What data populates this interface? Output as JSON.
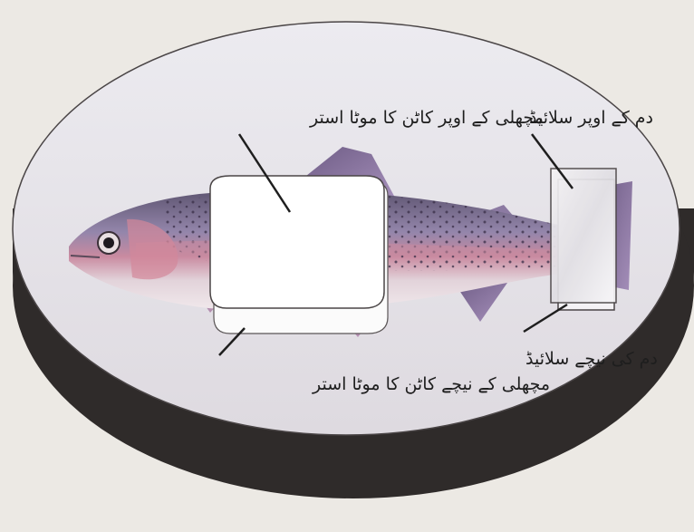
{
  "labels": {
    "upper_fish_layer": "مچھلی کے اوپر کاٹن کا موٹا استر",
    "lower_fish_layer": "مچھلی کے نیچے کاٹن کا موٹا استر",
    "upper_tail_slide": "دم کے اوپر سلائیڈ",
    "lower_tail_slide": "دم کی نیچے سلائیڈ"
  },
  "colors": {
    "background": "#ece9e4",
    "tray_top": "#e7e4e9",
    "tray_side": "#2f2b2a",
    "fish_body": "#8e7ea0",
    "fish_belly": "#d9c7d2",
    "fish_stripe": "#c98aa0",
    "fin": "#7a6790",
    "cotton": "#fbfbfb"
  },
  "icons": {
    "fish": "rainbow-trout"
  }
}
